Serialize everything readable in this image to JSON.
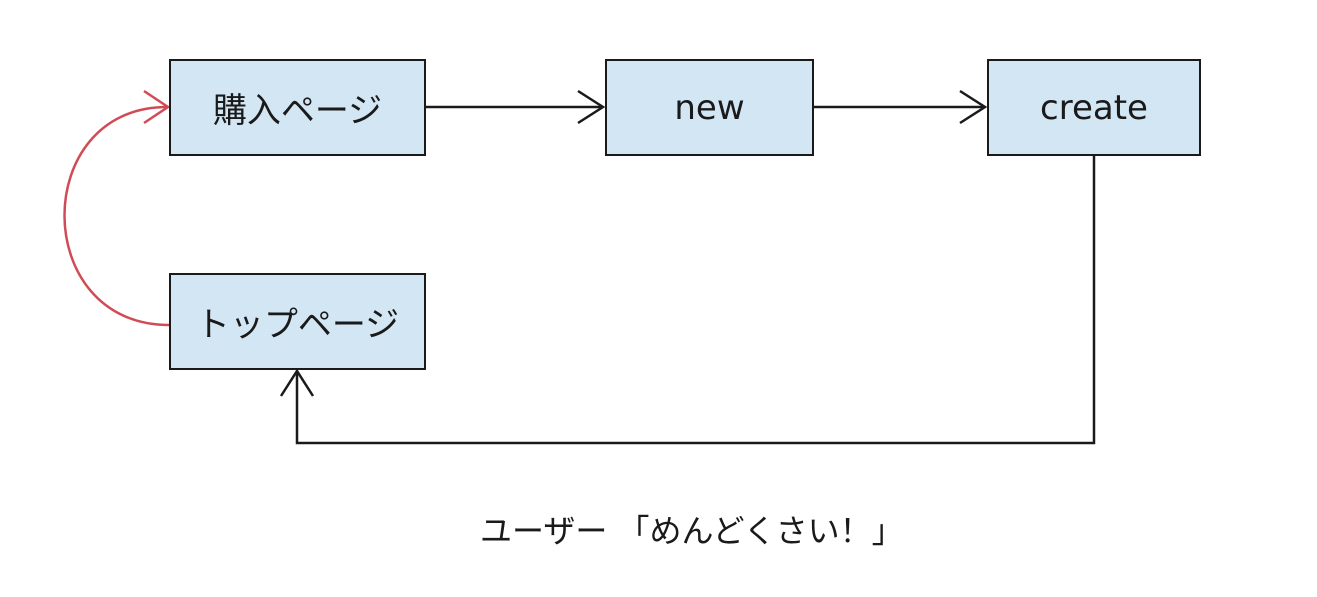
{
  "colors": {
    "node_fill": "#d3e6f4",
    "node_border": "#1a1a1a",
    "arrow": "#1a1a1a",
    "loop_arrow": "#d04b55",
    "background": "#ffffff"
  },
  "nodes": {
    "purchase": {
      "label": "購入ページ"
    },
    "new": {
      "label": "new"
    },
    "create": {
      "label": "create"
    },
    "top": {
      "label": "トップページ"
    }
  },
  "edges": [
    {
      "from": "purchase",
      "to": "new",
      "style": "straight",
      "color": "arrow"
    },
    {
      "from": "new",
      "to": "create",
      "style": "straight",
      "color": "arrow"
    },
    {
      "from": "create",
      "to": "top",
      "style": "elbow",
      "color": "arrow"
    },
    {
      "from": "top",
      "to": "purchase",
      "style": "curved",
      "color": "loop_arrow"
    }
  ],
  "caption": "ユーザー 「めんどくさい！」"
}
